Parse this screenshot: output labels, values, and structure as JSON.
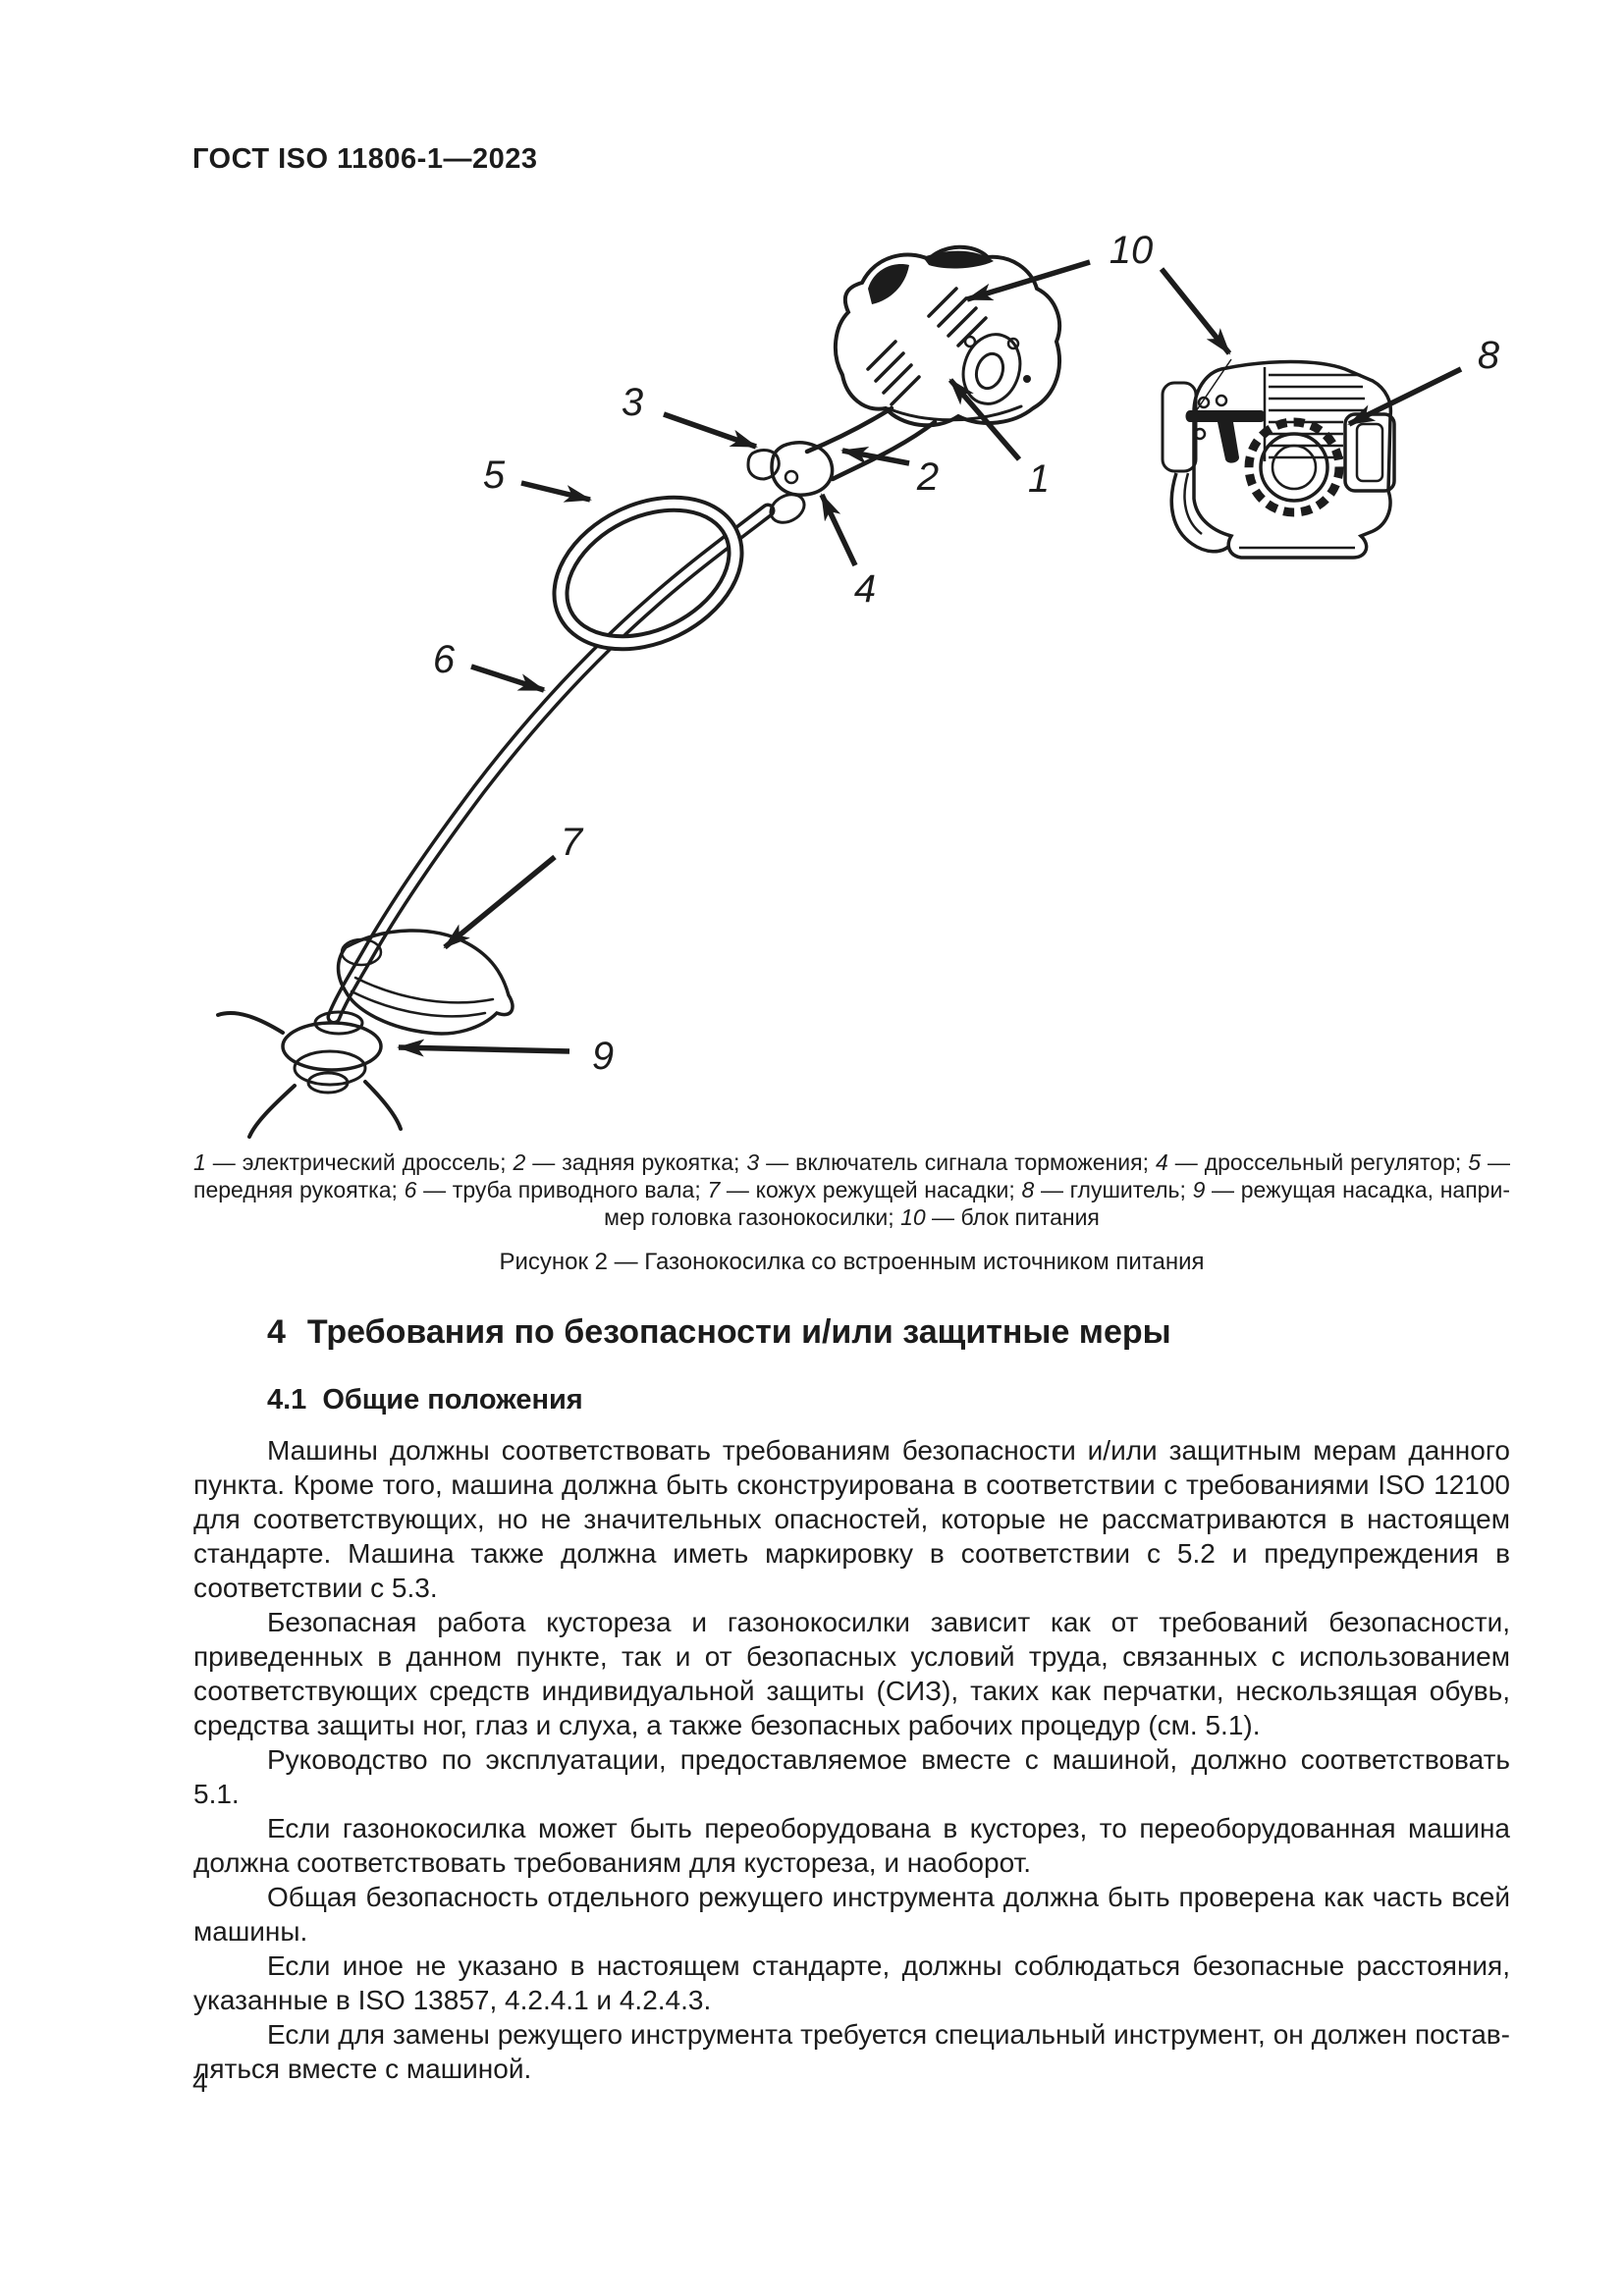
{
  "header": {
    "title": "ГОСТ ISO 11806-1—2023"
  },
  "figure": {
    "callouts": [
      "1",
      "2",
      "3",
      "4",
      "5",
      "6",
      "7",
      "8",
      "9",
      "10"
    ],
    "legend_segments": [
      {
        "n": "1"
      },
      {
        "t": " — электрический дроссель; "
      },
      {
        "n": "2"
      },
      {
        "t": " — задняя рукоятка; "
      },
      {
        "n": "3"
      },
      {
        "t": " — включатель сигнала торможения; "
      },
      {
        "n": "4"
      },
      {
        "t": " — дроссельный регулятор; "
      },
      {
        "n": "5"
      },
      {
        "t": " — передняя рукоятка; "
      },
      {
        "n": "6"
      },
      {
        "t": " — труба приводного вала; "
      },
      {
        "n": "7"
      },
      {
        "t": " — кожух режущей насадки; "
      },
      {
        "n": "8"
      },
      {
        "t": " — глушитель; "
      },
      {
        "n": "9"
      },
      {
        "t": " — режущая насадка, напри­мер головка газонокосилки; "
      },
      {
        "n": "10"
      },
      {
        "t": " — блок питания"
      }
    ],
    "caption": "Рисунок 2 — Газонокосилка со встроенным источником питания"
  },
  "section": {
    "number": "4",
    "title": "Требования по безопасности и/или защитные меры"
  },
  "subsection": {
    "number": "4.1",
    "title": "Общие положения"
  },
  "paragraphs": [
    "Машины должны соответствовать требованиям безопасности и/или защитным мерам данного пункта. Кроме того, машина должна быть сконструирована в соответствии с требованиями ISO 12100 для соответствующих, но не значительных опасностей, которые не рассматриваются в настоящем стан­дарте. Машина также должна иметь маркировку в соответствии с 5.2 и предупреждения в соответствии с 5.3.",
    "Безопасная работа кустореза и газонокосилки зависит как от требований безопасности, приведен­ных в данном пункте, так и от безопасных условий труда, связанных с использованием соответствую­щих средств индивидуальной защиты (СИЗ), таких как перчатки, нескользящая обувь, средства защиты ног, глаз и слуха, а также безопасных рабочих процедур (см. 5.1).",
    "Руководство по эксплуатации, предоставляемое вместе с машиной, должно соответствовать 5.1.",
    "Если газонокосилка может быть переоборудована в кусторез, то переоборудованная машина должна соответствовать требованиям для кустореза, и наоборот.",
    "Общая безопасность отдельного режущего инструмента должна быть проверена как часть всей машины.",
    "Если иное не указано в настоящем стандарте, должны соблюдаться безопасные расстояния, ука­занные в ISO 13857, 4.2.4.1 и 4.2.4.3.",
    "Если для замены режущего инструмента требуется специальный инструмент, он должен постав­ляться вместе с машиной."
  ],
  "footer": {
    "page_number": "4"
  },
  "colors": {
    "ink": "#1c1c1c",
    "paper": "#ffffff"
  }
}
